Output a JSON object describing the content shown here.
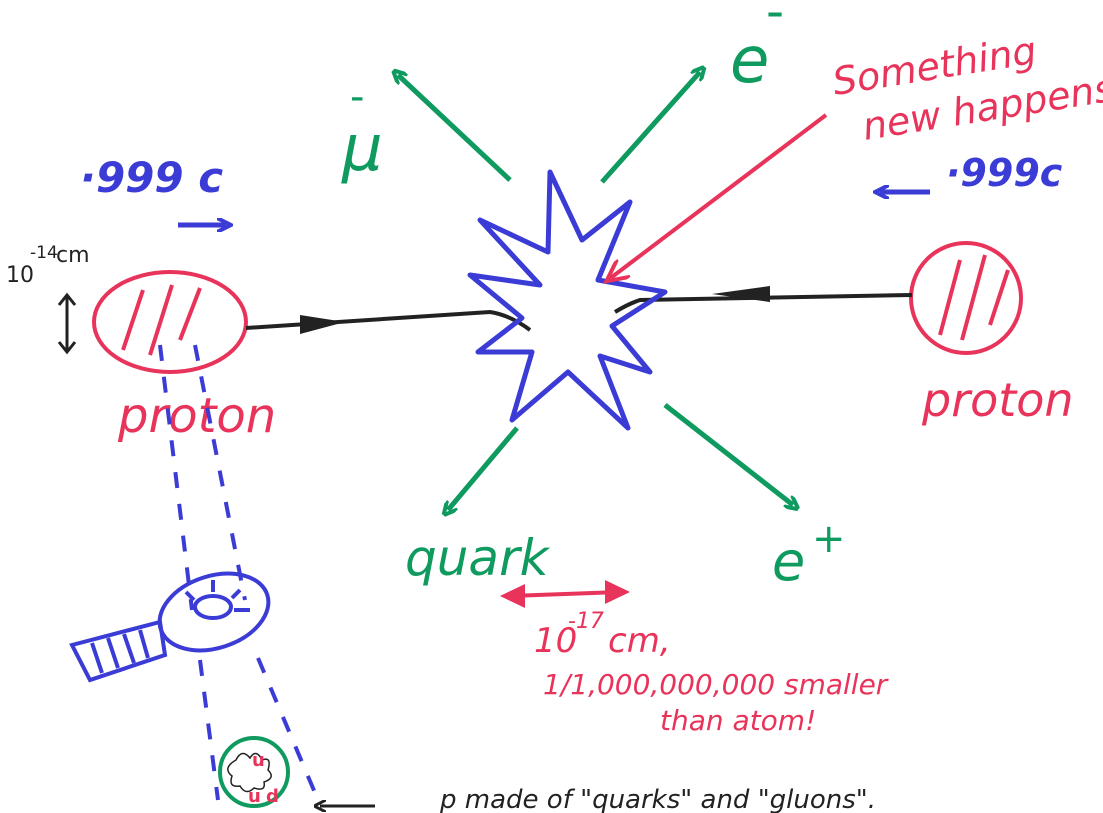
{
  "labels": {
    "speed_left": "·999 c",
    "speed_right": "·999c",
    "size_base": "10",
    "size_exp": "-14",
    "size_unit": "cm",
    "proton_left": "proton",
    "proton_right": "proton",
    "muon": "μ",
    "muon_bar": "-",
    "electron": "e",
    "electron_sign": "-",
    "positron": "e",
    "positron_sign": "+",
    "quark": "quark",
    "something_line1": "Something",
    "something_line2": "new happens!",
    "scale_base": "10",
    "scale_exp": "-17",
    "scale_unit": "cm,",
    "scale_line2": "1/1,000,000,000 smaller",
    "scale_line3": "than atom!",
    "quark_u1": "u",
    "quark_u2": "u",
    "quark_d": "d",
    "bottom_note": "p made of \"quarks\" and \"gluons\"."
  },
  "colors": {
    "blue": "#3b3bd6",
    "red": "#e8335a",
    "green": "#0f9a5f",
    "black": "#222222"
  }
}
